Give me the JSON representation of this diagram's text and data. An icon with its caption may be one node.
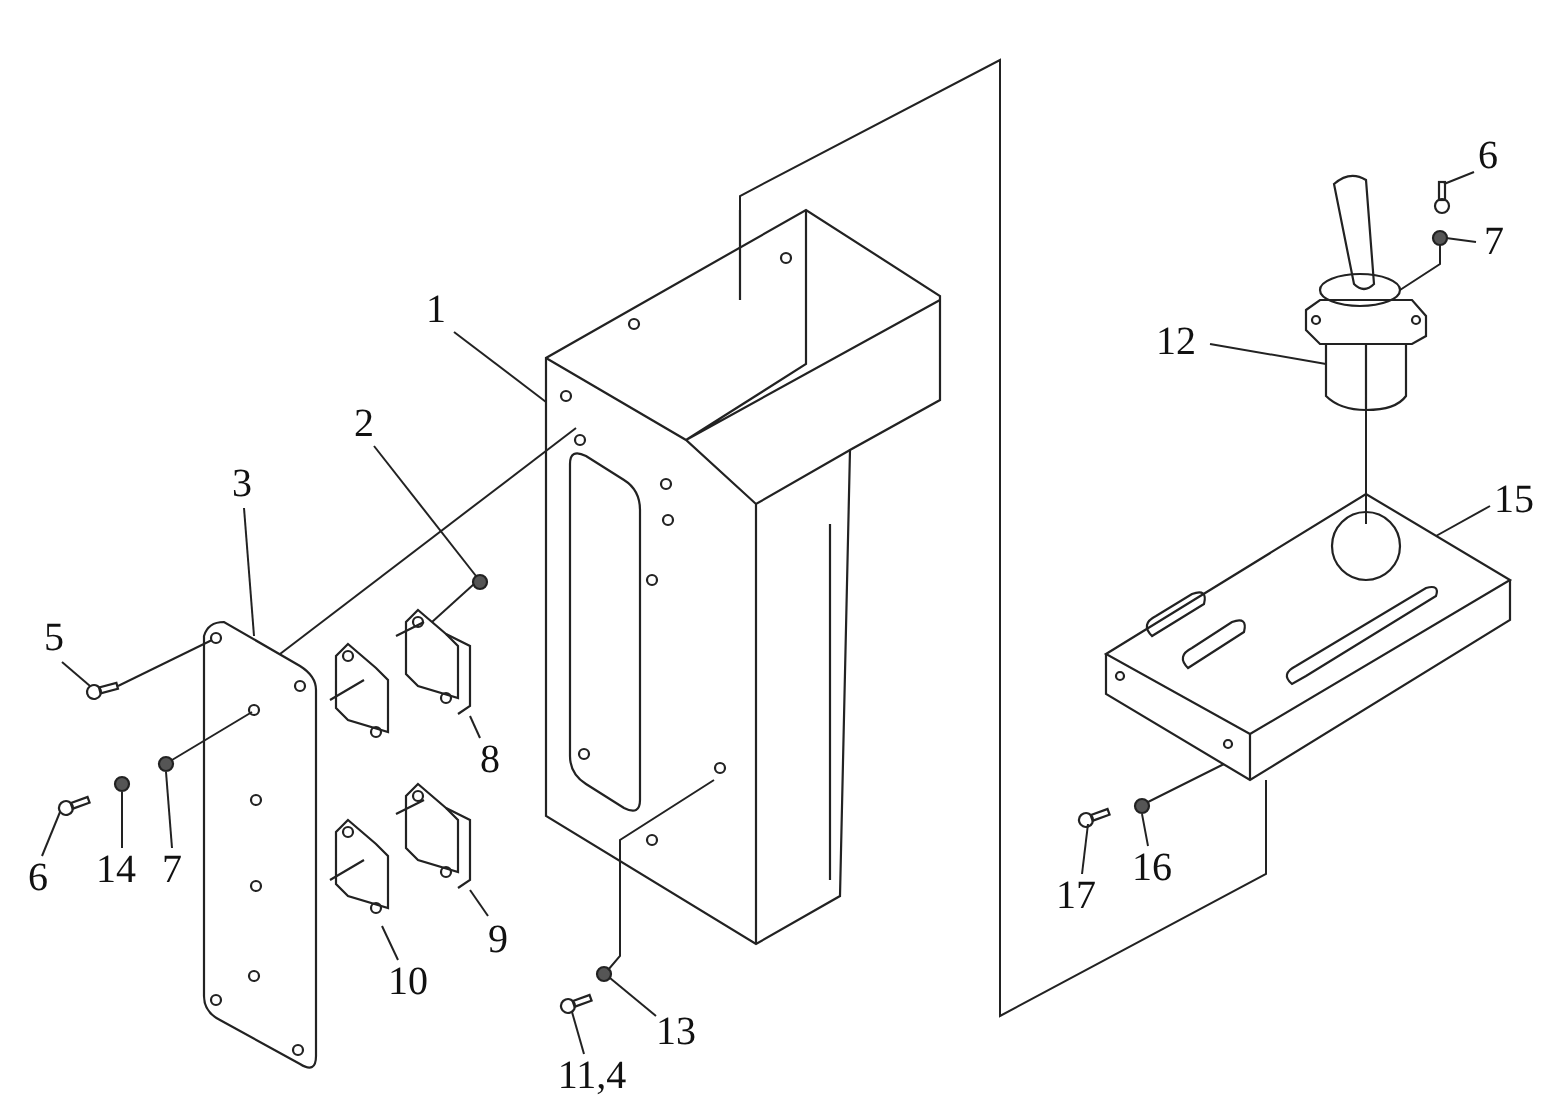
{
  "diagram": {
    "nodes": [
      {
        "text": [
          "6"
        ]
      },
      {
        "text": [
          "7"
        ]
      },
      {
        "text": [
          "1"
        ]
      },
      {
        "text": [
          "12"
        ]
      },
      {
        "text": [
          "2"
        ]
      },
      {
        "text": [
          "3"
        ]
      },
      {
        "text": [
          "15"
        ]
      },
      {
        "text": [
          "5"
        ]
      },
      {
        "text": [
          "6"
        ]
      },
      {
        "text": [
          "14"
        ]
      },
      {
        "text": [
          "7"
        ]
      },
      {
        "text": [
          "8"
        ]
      },
      {
        "text": [
          "9"
        ]
      },
      {
        "text": [
          "10"
        ]
      },
      {
        "text": [
          "13"
        ]
      },
      {
        "text": [
          "11,4"
        ]
      },
      {
        "text": [
          "17"
        ]
      },
      {
        "text": [
          "16"
        ]
      },
      {
        "text": [],
        "shape": "picture"
      },
      {
        "text": [],
        "shape": "circle"
      },
      {
        "text": [],
        "shape": "picture"
      },
      {
        "text": [],
        "shape": "picture"
      },
      {
        "text": [],
        "shape": "circle"
      },
      {
        "text": [],
        "shape": "picture"
      },
      {
        "text": [],
        "shape": "picture"
      },
      {
        "text": [],
        "shape": "picture"
      },
      {
        "text": [],
        "shape": "picture"
      },
      {
        "text": [],
        "shape": "circle"
      },
      {
        "text": [],
        "shape": "circle"
      },
      {
        "text": [],
        "shape": "picture"
      },
      {
        "text": [],
        "shape": "picture"
      },
      {
        "text": [],
        "shape": "picture"
      },
      {
        "text": [],
        "shape": "circle"
      },
      {
        "text": [],
        "shape": "picture"
      },
      {
        "text": [],
        "shape": "picture"
      },
      {
        "text": [],
        "shape": "circle"
      }
    ],
    "edges": [
      {
        "from": 0,
        "to": 18,
        "arrow": "none"
      },
      {
        "from": 1,
        "to": 19,
        "arrow": "none"
      },
      {
        "from": 2,
        "to": 20,
        "arrow": "none"
      },
      {
        "from": 3,
        "to": 21,
        "arrow": "none"
      },
      {
        "from": 4,
        "to": 22,
        "arrow": "none"
      },
      {
        "from": 5,
        "to": 23,
        "arrow": "none"
      },
      {
        "from": 6,
        "to": 24,
        "arrow": "none"
      },
      {
        "from": 7,
        "to": 25,
        "arrow": "none"
      },
      {
        "from": 8,
        "to": 26,
        "arrow": "none"
      },
      {
        "from": 9,
        "to": 27,
        "arrow": "none"
      },
      {
        "from": 10,
        "to": 28,
        "arrow": "none"
      },
      {
        "from": 11,
        "to": 29,
        "arrow": "none"
      },
      {
        "from": 12,
        "to": 30,
        "arrow": "none"
      },
      {
        "from": 13,
        "to": 31,
        "arrow": "none"
      },
      {
        "from": 14,
        "to": 32,
        "arrow": "none"
      },
      {
        "from": 15,
        "to": 33,
        "arrow": "none"
      },
      {
        "from": 16,
        "to": 34,
        "arrow": "none"
      },
      {
        "from": 17,
        "to": 35,
        "arrow": "none"
      },
      {
        "from": 20,
        "to": 24,
        "arrow": "none"
      },
      {
        "from": 24,
        "to": 35,
        "arrow": "none"
      },
      {
        "from": 20,
        "to": 32,
        "arrow": "none"
      },
      {
        "from": 21,
        "to": 24,
        "arrow": "none"
      },
      {
        "from": 23,
        "to": 28,
        "arrow": "none"
      },
      {
        "from": 19,
        "to": 21,
        "arrow": "none"
      },
      {
        "from": 22,
        "to": 29,
        "arrow": "none"
      },
      {
        "from": 25,
        "to": 23,
        "arrow": "none"
      },
      {
        "from": 23,
        "to": 20,
        "arrow": "none"
      }
    ]
  }
}
